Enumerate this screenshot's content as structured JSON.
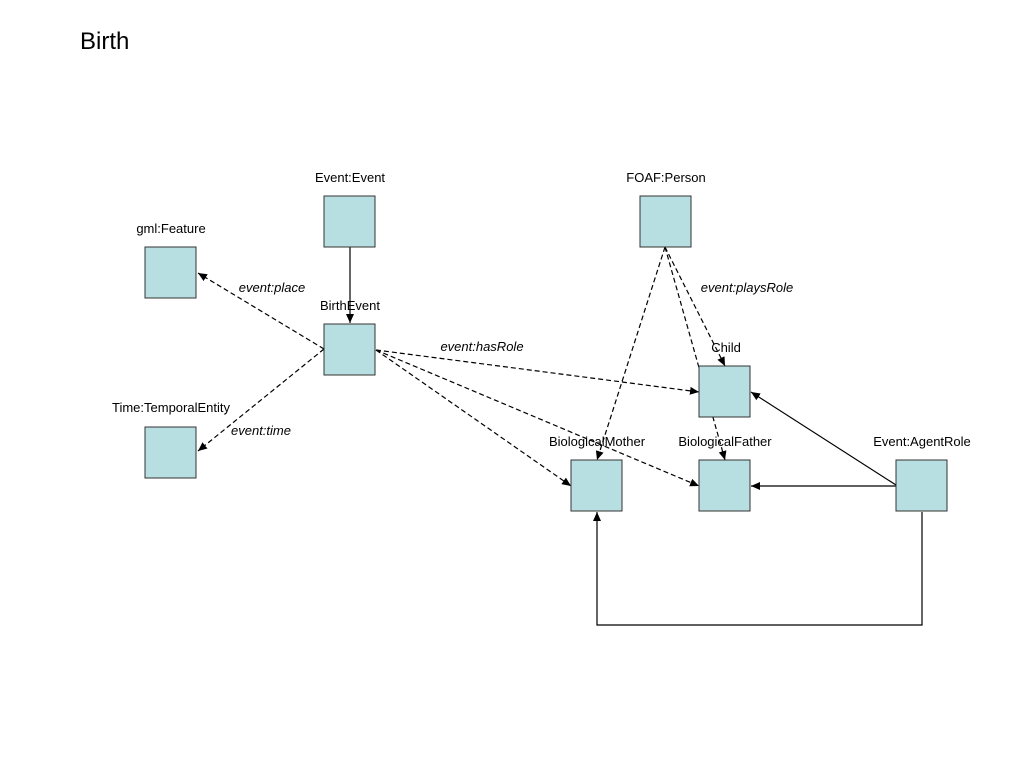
{
  "title": "Birth",
  "nodes": {
    "event_event": "Event:Event",
    "foaf_person": "FOAF:Person",
    "gml_feature": "gml:Feature",
    "birth_event": "BirthEvent",
    "child": "Child",
    "time_temporal_entity": "Time:TemporalEntity",
    "biological_mother": "BiologicalMother",
    "biological_father": "BiologicalFather",
    "event_agent_role": "Event:AgentRole"
  },
  "edges": {
    "place": "event:place",
    "time": "event:time",
    "has_role": "event:hasRole",
    "plays_role": "event:playsRole"
  },
  "colors": {
    "node_fill": "#b7dfe1"
  }
}
